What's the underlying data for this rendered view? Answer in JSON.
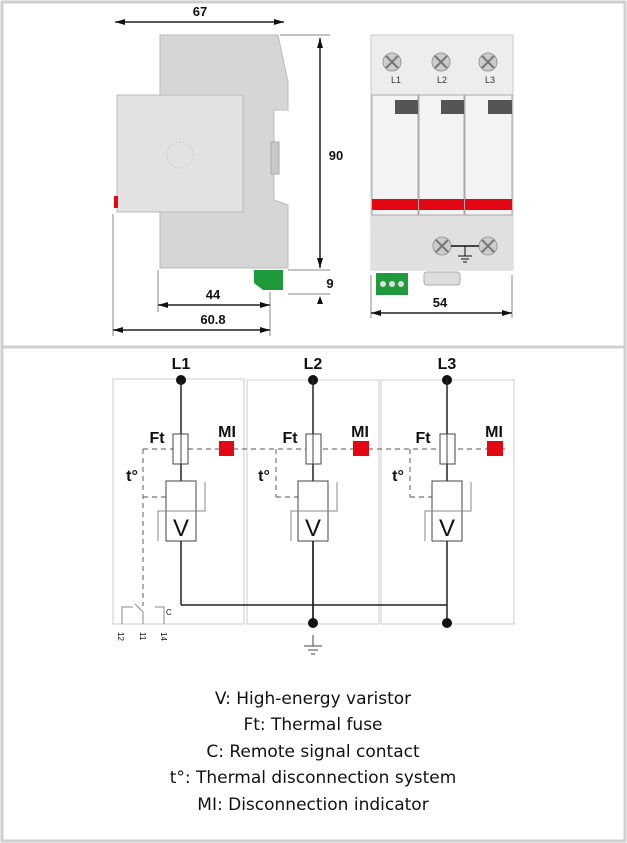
{
  "dimensions": {
    "width_total": "67",
    "height": "90",
    "connector_height": "9",
    "depth_44": "44",
    "depth_60": "60.8",
    "front_width": "54"
  },
  "front_labels": [
    "L1",
    "L2",
    "L3"
  ],
  "schematic": {
    "lines": [
      "L1",
      "L2",
      "L3"
    ],
    "fuse_label": "Ft",
    "indicator_label": "MI",
    "thermal_label": "t°",
    "varistor_label": "V",
    "contact_label": "C",
    "terminals": [
      "12",
      "11",
      "14"
    ]
  },
  "legend": [
    "V: High-energy varistor",
    "Ft: Thermal fuse",
    "C: Remote signal contact",
    "t°: Thermal disconnection system",
    "MI: Disconnection indicator"
  ],
  "colors": {
    "indicator": "#e30613",
    "connector": "#1f9a3a",
    "body": "#d9d9d9"
  }
}
